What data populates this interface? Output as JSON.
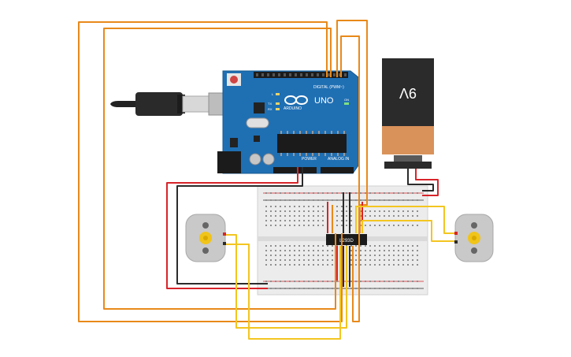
{
  "board": {
    "brand": "ARDUINO",
    "model": "UNO",
    "digital_header": "DIGITAL (PWM~)",
    "power_header": "POWER",
    "analog_header": "ANALOG IN",
    "led_l": "L",
    "led_tx": "TX",
    "led_rx": "RX",
    "on_label": "ON"
  },
  "battery": {
    "label": "9V"
  },
  "driver_ic": {
    "label": "L293D"
  },
  "colors": {
    "orange_wire": "#e8891a",
    "yellow_wire": "#f3c520",
    "red_wire": "#d8242a",
    "black_wire": "#2b2b2b",
    "arduino_blue": "#1f6fb3",
    "battery_body": "#2b2b2b",
    "battery_band": "#d9925a",
    "breadboard": "#ececec",
    "motor_body": "#c9c9c9",
    "motor_hub": "#f0c419"
  },
  "icons": [
    "usb-plug-icon",
    "motor-left-icon",
    "motor-right-icon",
    "reset-button-icon",
    "arduino-logo-icon"
  ]
}
